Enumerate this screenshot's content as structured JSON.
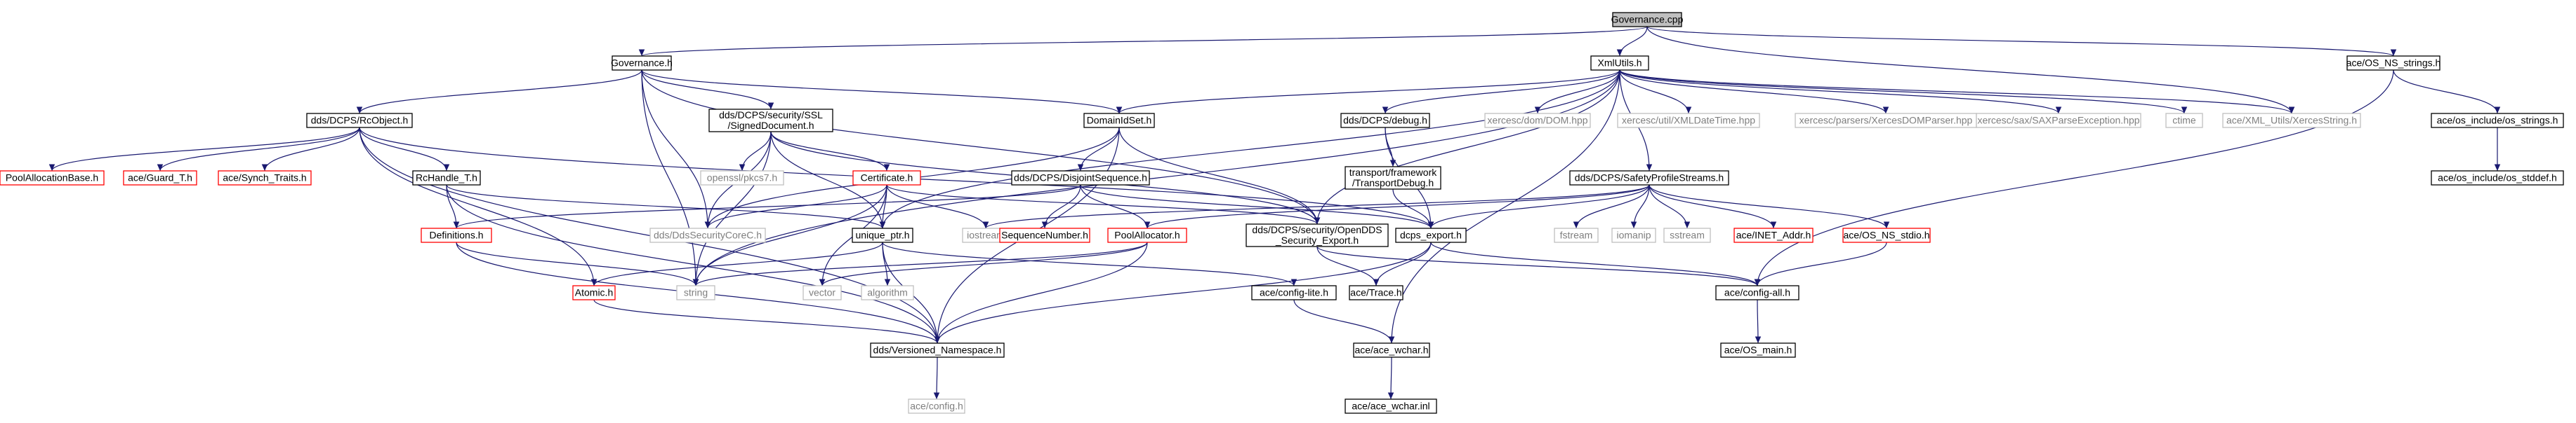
{
  "title": "Governance.cpp",
  "colors": {
    "edge": "#191970",
    "border_black": "#000000",
    "border_red": "#ff0000",
    "border_gray": "#bfbfbf",
    "fill_root": "#bfbfbf",
    "fill_default": "#ffffff",
    "text_default": "#000000",
    "text_gray": "#7f7f7f"
  },
  "nodes": [
    {
      "id": "n_root",
      "lines": [
        "Governance.cpp"
      ],
      "style": "root"
    },
    {
      "id": "n_governance_h",
      "lines": [
        "Governance.h"
      ],
      "style": "normal"
    },
    {
      "id": "n_xmlutils",
      "lines": [
        "XmlUtils.h"
      ],
      "style": "normal"
    },
    {
      "id": "n_os_ns_strings",
      "lines": [
        "ace/OS_NS_strings.h"
      ],
      "style": "normal"
    },
    {
      "id": "n_rcobject",
      "lines": [
        "dds/DCPS/RcObject.h"
      ],
      "style": "normal"
    },
    {
      "id": "n_signeddoc",
      "lines": [
        "dds/DCPS/security/SSL",
        "/SignedDocument.h"
      ],
      "style": "normal"
    },
    {
      "id": "n_domainidset",
      "lines": [
        "DomainIdSet.h"
      ],
      "style": "normal"
    },
    {
      "id": "n_debug",
      "lines": [
        "dds/DCPS/debug.h"
      ],
      "style": "normal"
    },
    {
      "id": "n_xercesc_dom",
      "lines": [
        "xercesc/dom/DOM.hpp"
      ],
      "style": "gray"
    },
    {
      "id": "n_xercesc_datetime",
      "lines": [
        "xercesc/util/XMLDateTime.hpp"
      ],
      "style": "gray"
    },
    {
      "id": "n_xercesc_parser",
      "lines": [
        "xercesc/parsers/XercesDOMParser.hpp"
      ],
      "style": "gray"
    },
    {
      "id": "n_xercesc_sax",
      "lines": [
        "xercesc/sax/SAXParseException.hpp"
      ],
      "style": "gray"
    },
    {
      "id": "n_ctime",
      "lines": [
        "ctime"
      ],
      "style": "gray"
    },
    {
      "id": "n_xercesstring",
      "lines": [
        "ace/XML_Utils/XercesString.h"
      ],
      "style": "gray"
    },
    {
      "id": "n_os_include_strings",
      "lines": [
        "ace/os_include/os_strings.h"
      ],
      "style": "normal"
    },
    {
      "id": "n_os_include_stddef",
      "lines": [
        "ace/os_include/os_stddef.h"
      ],
      "style": "normal"
    },
    {
      "id": "n_poolallocbase",
      "lines": [
        "PoolAllocationBase.h"
      ],
      "style": "red"
    },
    {
      "id": "n_guard",
      "lines": [
        "ace/Guard_T.h"
      ],
      "style": "red"
    },
    {
      "id": "n_synch_traits",
      "lines": [
        "ace/Synch_Traits.h"
      ],
      "style": "red"
    },
    {
      "id": "n_rchandle",
      "lines": [
        "RcHandle_T.h"
      ],
      "style": "normal"
    },
    {
      "id": "n_openssl_pkcs7",
      "lines": [
        "openssl/pkcs7.h"
      ],
      "style": "gray"
    },
    {
      "id": "n_certificate",
      "lines": [
        "Certificate.h"
      ],
      "style": "red"
    },
    {
      "id": "n_disjoint",
      "lines": [
        "dds/DCPS/DisjointSequence.h"
      ],
      "style": "normal"
    },
    {
      "id": "n_transportdebug",
      "lines": [
        "transport/framework",
        "/TransportDebug.h"
      ],
      "style": "normal"
    },
    {
      "id": "n_safetyprofile",
      "lines": [
        "dds/DCPS/SafetyProfileStreams.h"
      ],
      "style": "normal"
    },
    {
      "id": "n_definitions",
      "lines": [
        "Definitions.h"
      ],
      "style": "red"
    },
    {
      "id": "n_ddssecuritycorec",
      "lines": [
        "dds/DdsSecurityCoreC.h"
      ],
      "style": "gray"
    },
    {
      "id": "n_unique_ptr",
      "lines": [
        "unique_ptr.h"
      ],
      "style": "normal"
    },
    {
      "id": "n_iostream",
      "lines": [
        "iostream"
      ],
      "style": "gray"
    },
    {
      "id": "n_sequencenumber",
      "lines": [
        "SequenceNumber.h"
      ],
      "style": "red"
    },
    {
      "id": "n_poolallocator",
      "lines": [
        "PoolAllocator.h"
      ],
      "style": "red"
    },
    {
      "id": "n_opendds_security_export",
      "lines": [
        "dds/DCPS/security/OpenDDS",
        "_Security_Export.h"
      ],
      "style": "normal"
    },
    {
      "id": "n_dcps_export",
      "lines": [
        "dcps_export.h"
      ],
      "style": "normal"
    },
    {
      "id": "n_fstream",
      "lines": [
        "fstream"
      ],
      "style": "gray"
    },
    {
      "id": "n_iomanip",
      "lines": [
        "iomanip"
      ],
      "style": "gray"
    },
    {
      "id": "n_sstream",
      "lines": [
        "sstream"
      ],
      "style": "gray"
    },
    {
      "id": "n_inet_addr",
      "lines": [
        "ace/INET_Addr.h"
      ],
      "style": "red"
    },
    {
      "id": "n_os_ns_stdio",
      "lines": [
        "ace/OS_NS_stdio.h"
      ],
      "style": "red"
    },
    {
      "id": "n_atomic",
      "lines": [
        "Atomic.h"
      ],
      "style": "red"
    },
    {
      "id": "n_string",
      "lines": [
        "string"
      ],
      "style": "gray"
    },
    {
      "id": "n_vector",
      "lines": [
        "vector"
      ],
      "style": "gray"
    },
    {
      "id": "n_algorithm",
      "lines": [
        "algorithm"
      ],
      "style": "gray"
    },
    {
      "id": "n_config_lite",
      "lines": [
        "ace/config-lite.h"
      ],
      "style": "normal"
    },
    {
      "id": "n_trace",
      "lines": [
        "ace/Trace.h"
      ],
      "style": "normal"
    },
    {
      "id": "n_config_all",
      "lines": [
        "ace/config-all.h"
      ],
      "style": "normal"
    },
    {
      "id": "n_versioned_ns",
      "lines": [
        "dds/Versioned_Namespace.h"
      ],
      "style": "normal"
    },
    {
      "id": "n_ace_wchar",
      "lines": [
        "ace/ace_wchar.h"
      ],
      "style": "normal"
    },
    {
      "id": "n_os_main",
      "lines": [
        "ace/OS_main.h"
      ],
      "style": "normal"
    },
    {
      "id": "n_config",
      "lines": [
        "ace/config.h"
      ],
      "style": "gray"
    },
    {
      "id": "n_ace_wchar_inl",
      "lines": [
        "ace/ace_wchar.inl"
      ],
      "style": "normal"
    }
  ],
  "edges": [
    [
      "n_root",
      "n_governance_h"
    ],
    [
      "n_root",
      "n_xmlutils"
    ],
    [
      "n_root",
      "n_os_ns_strings"
    ],
    [
      "n_root",
      "n_xercesstring"
    ],
    [
      "n_governance_h",
      "n_rcobject"
    ],
    [
      "n_governance_h",
      "n_signeddoc"
    ],
    [
      "n_governance_h",
      "n_domainidset"
    ],
    [
      "n_governance_h",
      "n_ddssecuritycorec"
    ],
    [
      "n_governance_h",
      "n_string"
    ],
    [
      "n_governance_h",
      "n_opendds_security_export"
    ],
    [
      "n_xmlutils",
      "n_debug"
    ],
    [
      "n_xmlutils",
      "n_domainidset"
    ],
    [
      "n_xmlutils",
      "n_xercesc_dom"
    ],
    [
      "n_xmlutils",
      "n_xercesc_datetime"
    ],
    [
      "n_xmlutils",
      "n_xercesc_parser"
    ],
    [
      "n_xmlutils",
      "n_xercesc_sax"
    ],
    [
      "n_xmlutils",
      "n_ctime"
    ],
    [
      "n_xmlutils",
      "n_xercesstring"
    ],
    [
      "n_xmlutils",
      "n_safetyprofile"
    ],
    [
      "n_xmlutils",
      "n_opendds_security_export"
    ],
    [
      "n_xmlutils",
      "n_unique_ptr"
    ],
    [
      "n_xmlutils",
      "n_string"
    ],
    [
      "n_xmlutils",
      "n_ace_wchar"
    ],
    [
      "n_os_ns_strings",
      "n_os_include_strings"
    ],
    [
      "n_os_ns_strings",
      "n_config_all"
    ],
    [
      "n_os_include_strings",
      "n_os_include_stddef"
    ],
    [
      "n_rcobject",
      "n_poolallocbase"
    ],
    [
      "n_rcobject",
      "n_guard"
    ],
    [
      "n_rcobject",
      "n_synch_traits"
    ],
    [
      "n_rcobject",
      "n_rchandle"
    ],
    [
      "n_rcobject",
      "n_atomic"
    ],
    [
      "n_rcobject",
      "n_versioned_ns"
    ],
    [
      "n_rcobject",
      "n_dcps_export"
    ],
    [
      "n_rchandle",
      "n_definitions"
    ],
    [
      "n_rchandle",
      "n_unique_ptr"
    ],
    [
      "n_rchandle",
      "n_versioned_ns"
    ],
    [
      "n_signeddoc",
      "n_openssl_pkcs7"
    ],
    [
      "n_signeddoc",
      "n_certificate"
    ],
    [
      "n_signeddoc",
      "n_ddssecuritycorec"
    ],
    [
      "n_signeddoc",
      "n_unique_ptr"
    ],
    [
      "n_signeddoc",
      "n_string"
    ],
    [
      "n_signeddoc",
      "n_opendds_security_export"
    ],
    [
      "n_certificate",
      "n_ddssecuritycorec"
    ],
    [
      "n_certificate",
      "n_unique_ptr"
    ],
    [
      "n_certificate",
      "n_iostream"
    ],
    [
      "n_certificate",
      "n_string"
    ],
    [
      "n_certificate",
      "n_vector"
    ],
    [
      "n_certificate",
      "n_opendds_security_export"
    ],
    [
      "n_domainidset",
      "n_disjoint"
    ],
    [
      "n_domainidset",
      "n_ddssecuritycorec"
    ],
    [
      "n_domainidset",
      "n_opendds_security_export"
    ],
    [
      "n_domainidset",
      "n_versioned_ns"
    ],
    [
      "n_disjoint",
      "n_definitions"
    ],
    [
      "n_disjoint",
      "n_sequencenumber"
    ],
    [
      "n_disjoint",
      "n_poolallocator"
    ],
    [
      "n_disjoint",
      "n_dcps_export"
    ],
    [
      "n_debug",
      "n_transportdebug"
    ],
    [
      "n_debug",
      "n_dcps_export"
    ],
    [
      "n_transportdebug",
      "n_dcps_export"
    ],
    [
      "n_safetyprofile",
      "n_iostream"
    ],
    [
      "n_safetyprofile",
      "n_fstream"
    ],
    [
      "n_safetyprofile",
      "n_iomanip"
    ],
    [
      "n_safetyprofile",
      "n_sstream"
    ],
    [
      "n_safetyprofile",
      "n_inet_addr"
    ],
    [
      "n_safetyprofile",
      "n_os_ns_stdio"
    ],
    [
      "n_safetyprofile",
      "n_poolallocator"
    ],
    [
      "n_safetyprofile",
      "n_dcps_export"
    ],
    [
      "n_definitions",
      "n_string"
    ],
    [
      "n_definitions",
      "n_versioned_ns"
    ],
    [
      "n_unique_ptr",
      "n_atomic"
    ],
    [
      "n_unique_ptr",
      "n_algorithm"
    ],
    [
      "n_unique_ptr",
      "n_config_lite"
    ],
    [
      "n_unique_ptr",
      "n_versioned_ns"
    ],
    [
      "n_poolallocator",
      "n_string"
    ],
    [
      "n_poolallocator",
      "n_vector"
    ],
    [
      "n_poolallocator",
      "n_versioned_ns"
    ],
    [
      "n_opendds_security_export",
      "n_trace"
    ],
    [
      "n_opendds_security_export",
      "n_config_all"
    ],
    [
      "n_dcps_export",
      "n_trace"
    ],
    [
      "n_dcps_export",
      "n_config_all"
    ],
    [
      "n_dcps_export",
      "n_versioned_ns"
    ],
    [
      "n_os_ns_stdio",
      "n_config_all"
    ],
    [
      "n_atomic",
      "n_versioned_ns"
    ],
    [
      "n_config_lite",
      "n_ace_wchar"
    ],
    [
      "n_config_all",
      "n_os_main"
    ],
    [
      "n_versioned_ns",
      "n_config"
    ],
    [
      "n_ace_wchar",
      "n_ace_wchar_inl"
    ]
  ]
}
